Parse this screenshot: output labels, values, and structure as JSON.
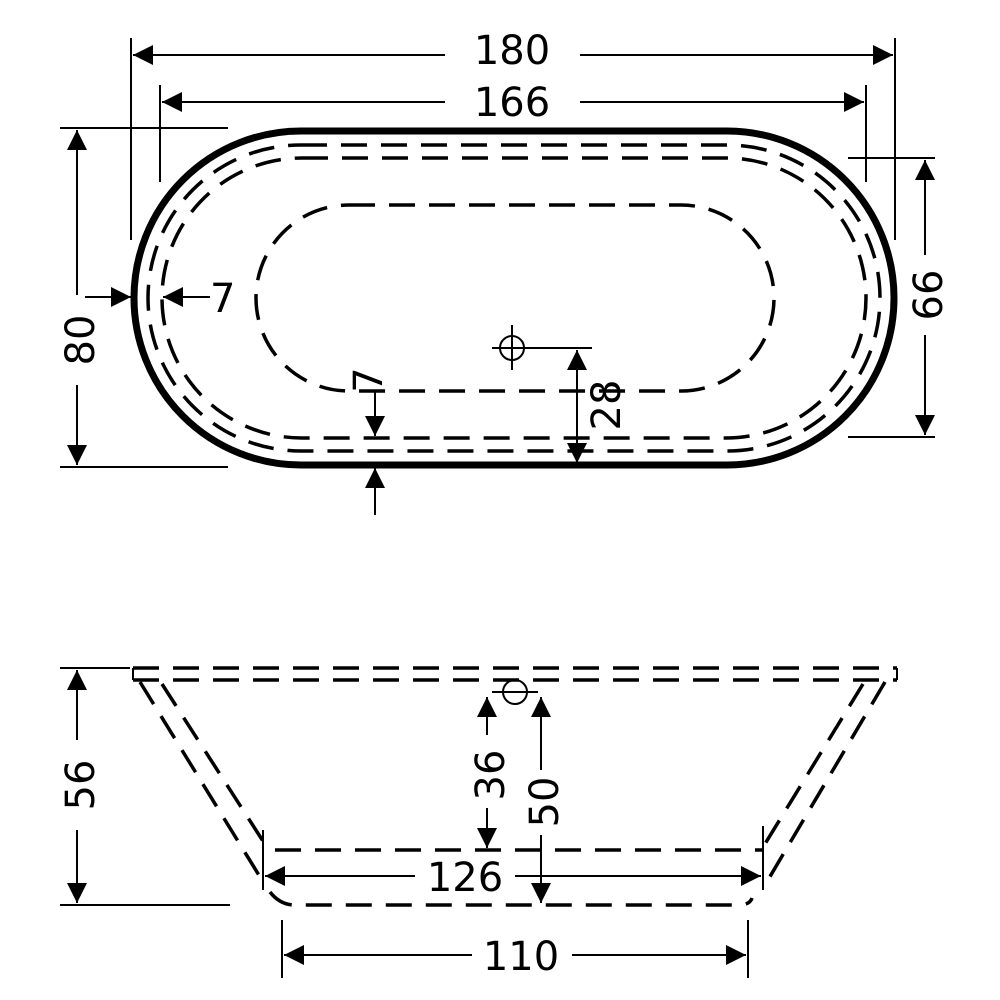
{
  "top_view": {
    "overall_length": "180",
    "inner_length": "166",
    "overall_width": "80",
    "inner_width": "66",
    "rim_side": "7",
    "rim_front": "7",
    "drain_offset": "28"
  },
  "side_view": {
    "height": "56",
    "drain_height_inner": "36",
    "drain_height_outer": "50",
    "bottom_inner_length": "126",
    "bottom_outer_length": "110"
  },
  "colors": {
    "line": "#000000",
    "background": "#ffffff"
  }
}
